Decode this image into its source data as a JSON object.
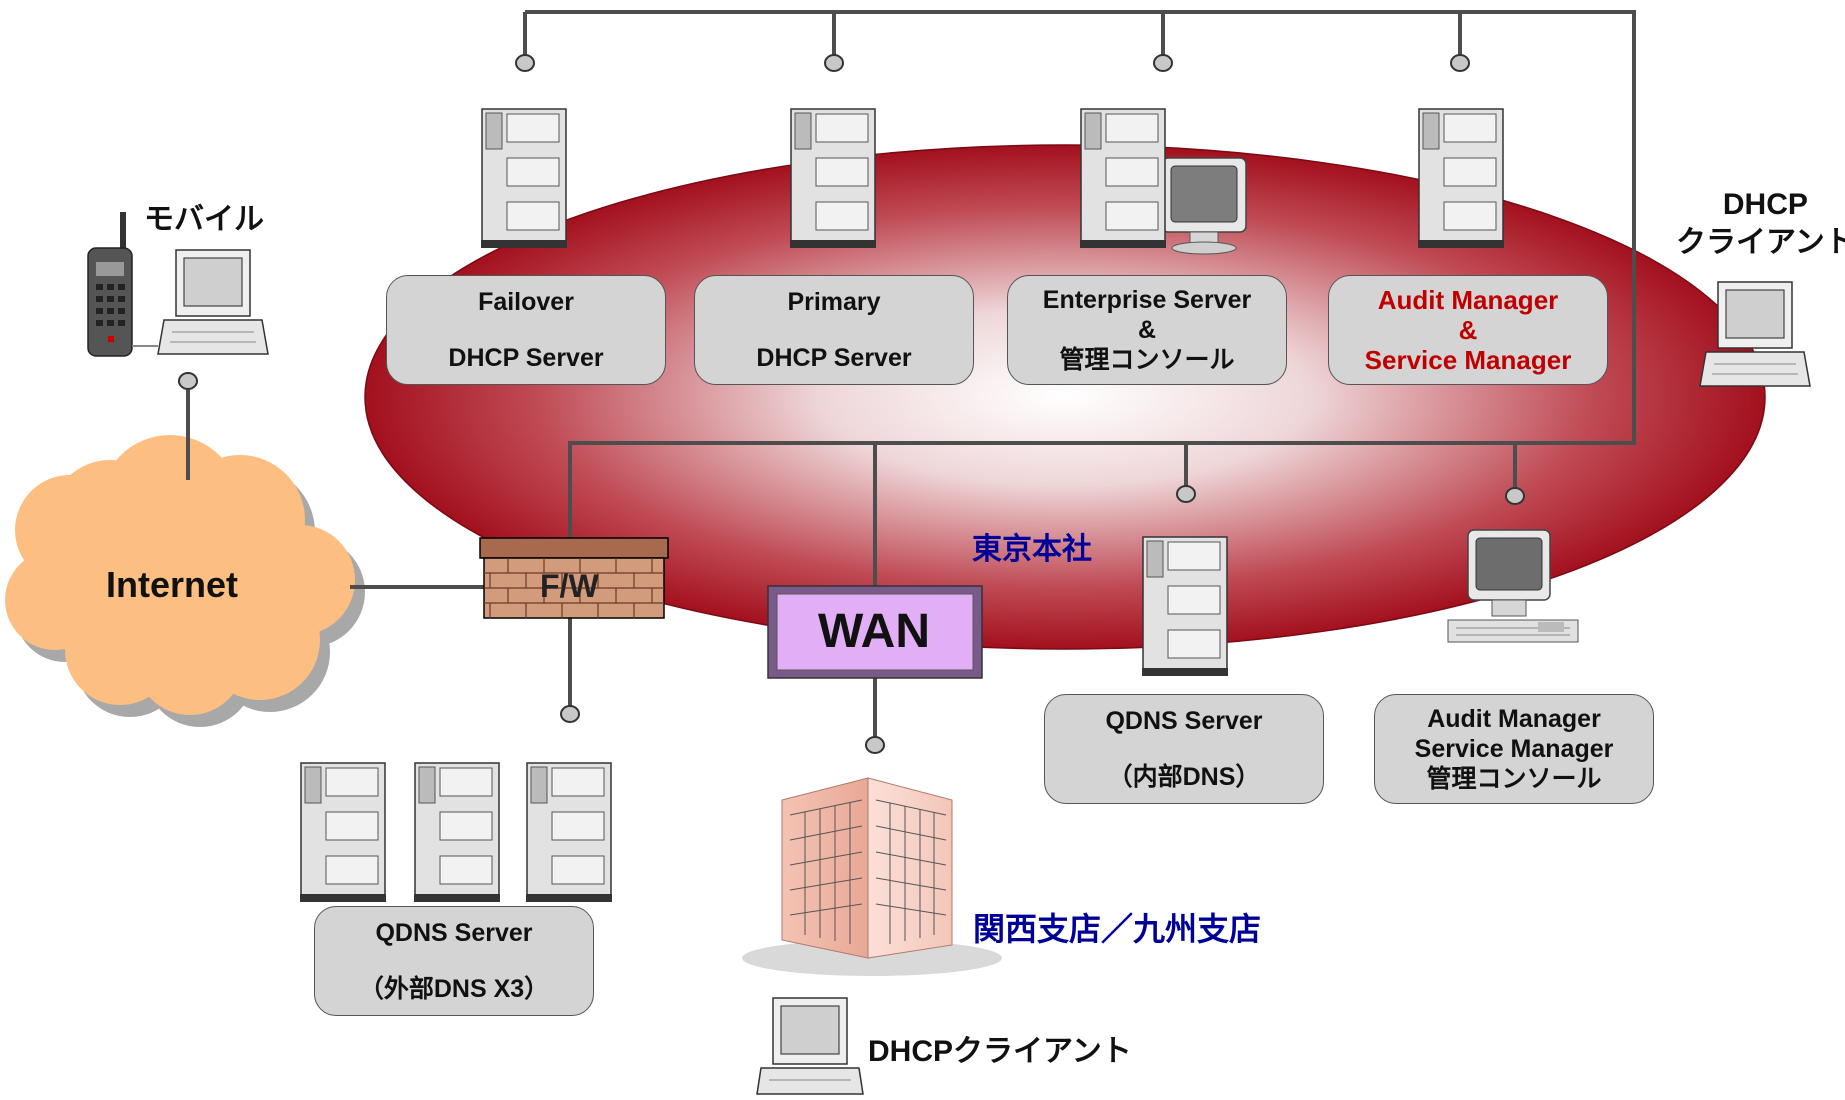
{
  "internet_label": "Internet",
  "firewall_label": "F/W",
  "wan_label": "WAN",
  "tokyo_hq_label": "東京本社",
  "mobile_label": "モバイル",
  "dhcp_client_right": {
    "line1": "DHCP",
    "line2": "クライアント"
  },
  "branch_label": "関西支店／九州支店",
  "dhcp_client_bottom": "DHCPクライアント",
  "failover_box": {
    "line1": "Failover",
    "line2": "DHCP Server"
  },
  "primary_box": {
    "line1": "Primary",
    "line2": "DHCP Server"
  },
  "enterprise_box": {
    "line1": "Enterprise Server",
    "line2": "&",
    "line3": "管理コンソール"
  },
  "audit_box": {
    "line1": "Audit Manager",
    "line2": "&",
    "line3": "Service Manager"
  },
  "qdns_internal_box": {
    "line1": "QDNS Server",
    "line2": "（内部DNS）"
  },
  "audit_console_box": {
    "line1": "Audit Manager",
    "line2": "Service Manager",
    "line3": "管理コンソール"
  },
  "qdns_external_box": {
    "line1": "QDNS Server",
    "line2": "（外部DNS X3）"
  },
  "colors": {
    "hq_ellipse": "#a3101e",
    "highlight_text": "#c00000",
    "location_text": "#000099",
    "cloud": "#fdbe82",
    "wan_box": "#e2aef5"
  }
}
